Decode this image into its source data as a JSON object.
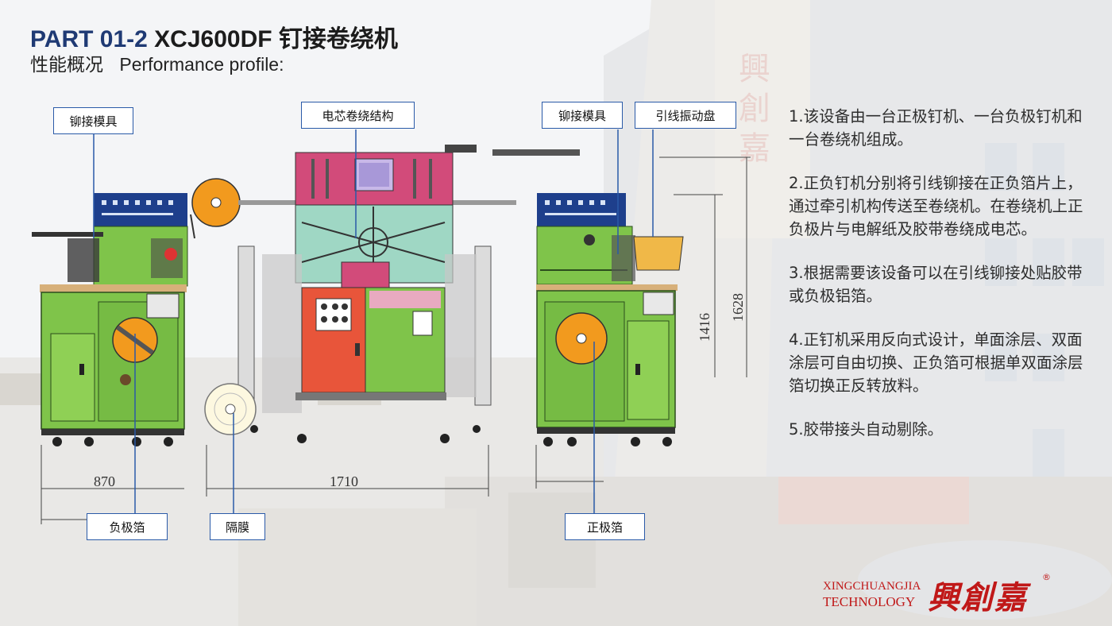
{
  "header": {
    "part": "PART 01-2",
    "model": "XCJ600DF 钉接卷绕机",
    "subtitle_cn": "性能概况",
    "subtitle_en": "Performance profile:"
  },
  "labels": {
    "rivet_die_left": "铆接模具",
    "winding_structure": "电芯卷绕结构",
    "rivet_die_right": "铆接模具",
    "lead_vibration_disk": "引线振动盘",
    "negative_foil": "负极箔",
    "separator": "隔膜",
    "positive_foil": "正极箔"
  },
  "dimensions": {
    "width_left": "870",
    "width_middle": "1710",
    "height_1416": "1416",
    "height_1628": "1628"
  },
  "description": [
    "1.该设备由一台正极钉机、一台负极钉机和一台卷绕机组成。",
    "2.正负钉机分别将引线铆接在正负箔片上，通过牵引机构传送至卷绕机。在卷绕机上正负极片与电解纸及胶带卷绕成电芯。",
    "3.根据需要该设备可以在引线铆接处贴胶带或负极铝箔。",
    "4.正钉机采用反向式设计，单面涂层、双面涂层可自由切换、正负箔可根据单双面涂层箔切换正反转放料。",
    "5.胶带接头自动剔除。"
  ],
  "brand": {
    "en_line1": "XINGCHUANGJIA",
    "en_line2": "TECHNOLOGY",
    "cn": "興創嘉",
    "reg": "®"
  },
  "colors": {
    "title_blue": "#1f3a74",
    "machine_green": "#7fc44a",
    "frame_pink": "#d24b7a",
    "control_orange": "#e8553a",
    "reel_orange": "#f29a1e",
    "panel_blue": "#1e3f8c",
    "label_border": "#2a5aa8",
    "brand_red": "#c01818"
  }
}
